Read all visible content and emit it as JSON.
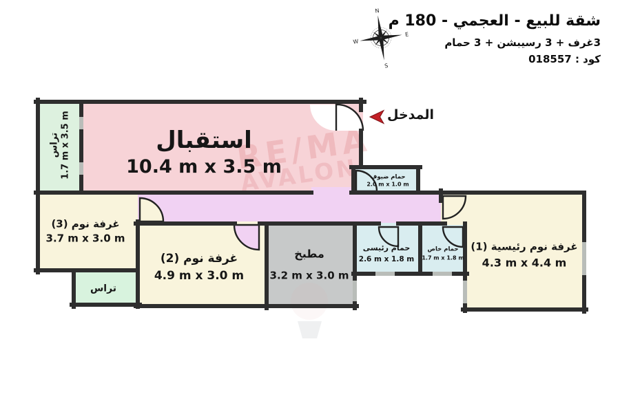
{
  "header": {
    "title": "شقة للبيع - العجمي - 180 م",
    "subtitle": "3غرف + 3 رسيبشن + 3 حمام",
    "code": "كود : 018557"
  },
  "compass": {
    "north": "N",
    "east": "E",
    "south": "S",
    "west": "W"
  },
  "watermark": {
    "line1": "RE/MA",
    "line2": "AVALON"
  },
  "entrance": {
    "label": "المدخل"
  },
  "rooms": {
    "reception": {
      "name": "استقبال",
      "dims": "10.4 m x 3.5 m"
    },
    "terrace_top": {
      "name": "تراس",
      "dims": "1.7 m x 3.5 m"
    },
    "guest_bathroom": {
      "name": "حمام ضيوف",
      "dims": "2.0 m x 1.0 m"
    },
    "bedroom3": {
      "name": "غرفة نوم (3)",
      "dims": "3.7 m x 3.0 m"
    },
    "bedroom2": {
      "name": "غرفة نوم (2)",
      "dims": "4.9 m x 3.0 m"
    },
    "terrace_bottom": {
      "name": "تراس"
    },
    "kitchen": {
      "name": "مطبخ",
      "dims": "3.2 m x 3.0 m"
    },
    "main_bathroom": {
      "name": "حمام رئيسى",
      "dims": "2.6 m x 1.8 m"
    },
    "private_bathroom": {
      "name": "حمام خاص",
      "dims": "1.7 m x 1.8 m"
    },
    "master_bedroom": {
      "name": "غرفة نوم رئيسية (1)",
      "dims": "4.3 m x 4.4 m"
    }
  },
  "colors": {
    "wall": "#2e2e2e",
    "reception": "#f7d3d7",
    "terrace": "#ddf1df",
    "terrace_bottom": "#d8f3de",
    "bedroom": "#f9f4dc",
    "corridor": "#f1d2f3",
    "kitchen": "#c7c9c9",
    "bathroom": "#d9edf0",
    "entrance_arrow": "#c32026",
    "window_mark": "#b9bdb9"
  }
}
